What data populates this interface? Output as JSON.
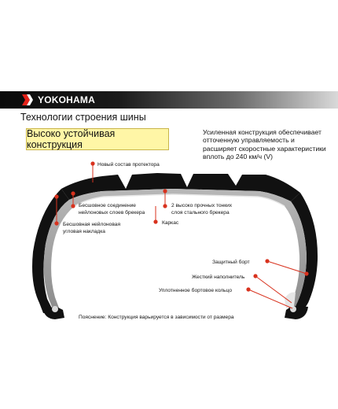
{
  "brand": {
    "name": "YOKOHAMA",
    "logo_icon": "yokohama-chevron-icon"
  },
  "section_title": "Технологии строения шины",
  "feature_box": "Высоко устойчивая конструкция",
  "description": "Усиленная конструкция обеспечивает отточенную управляемость и расширяет скоростные характеристики вплоть до 240 км/ч (V)",
  "labels": {
    "tread_compound": "Новый состав протектора",
    "seamless_joint_1": "Бесшовное соединение",
    "seamless_joint_2": "нейлоновых слоев брекера",
    "corner_overlay_1": "Бесшовная нейлоновая",
    "corner_overlay_2": "угловая накладка",
    "steel_breaker_1": "2 высоко прочных тонких",
    "steel_breaker_2": "слоя стального брекера",
    "carcass": "Каркас",
    "rim_guard": "Защитный борт",
    "bead_filler": "Жесткий наполнитель",
    "bead_ring": "Уплотненное бортовое кольцо",
    "note": "Пояснение: Конструкция варьируется в зависимости от размера"
  },
  "colors": {
    "accent": "#d8321e",
    "tread": "#111111",
    "feature_box_bg": "#fff6a6"
  }
}
